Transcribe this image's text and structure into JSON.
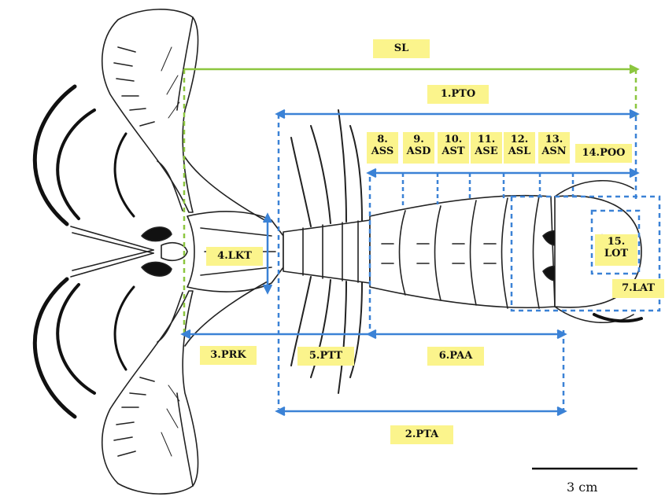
{
  "colors": {
    "total_length": "#8cc63f",
    "measure": "#3b82d6",
    "label_bg": "#fbf48c",
    "outline": "#222222"
  },
  "labels": {
    "sl": "SL",
    "pto": "1.PTO",
    "pta": "2.PTA",
    "prk": "3.PRK",
    "lkt": "4.LKT",
    "ptt": "5.PTT",
    "paa": "6.PAA",
    "lat": "7.LAT",
    "ass": "8.\nASS",
    "asd": "9.\nASD",
    "ast": "10.\nAST",
    "ase": "11.\nASE",
    "asl": "12.\nASL",
    "asn": "13.\nASN",
    "poo": "14.POO",
    "lot": "15.\nLOT"
  },
  "scale_bar": {
    "label": "3 cm"
  }
}
